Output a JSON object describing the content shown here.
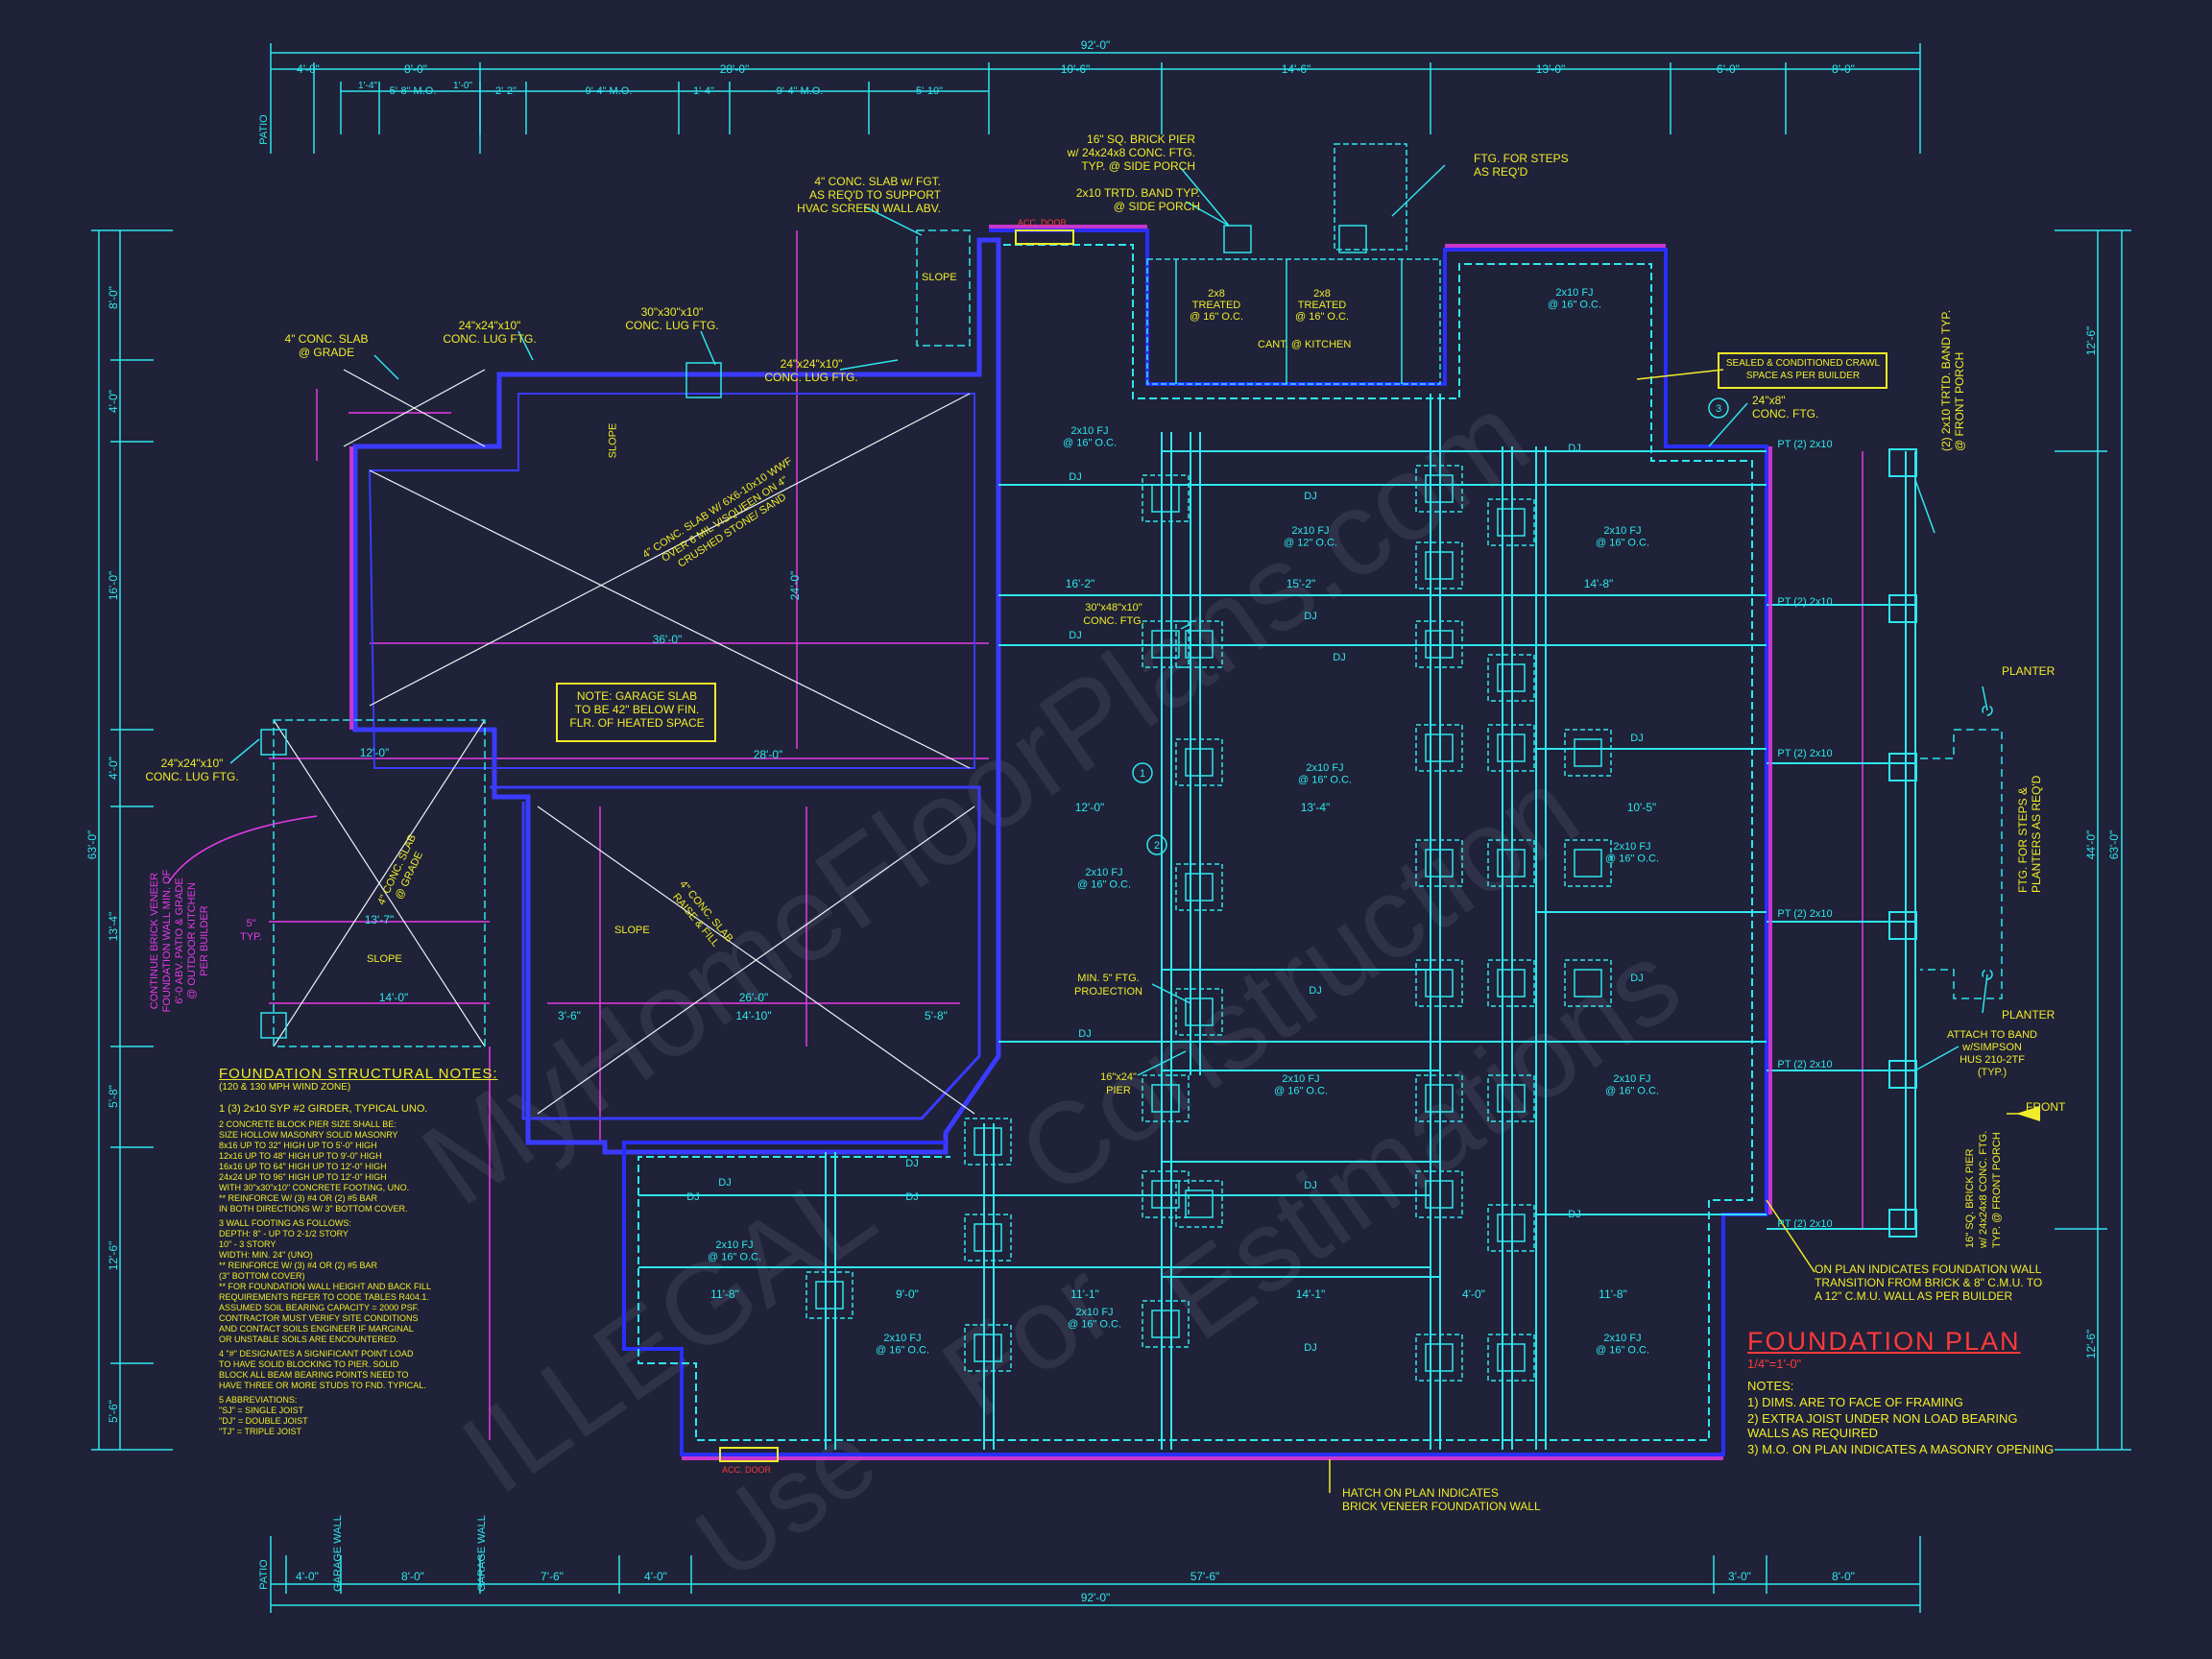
{
  "title": "FOUNDATION PLAN",
  "scale": "1/4\"=1'-0\"",
  "overall_width": "92'-0\"",
  "overall_depth": "63'-0\"",
  "right_depth": "44'-0\"",
  "top_dims": [
    "4'-0\"",
    "8'-0\"",
    "28'-0\"",
    "10'-6\"",
    "14'-6\"",
    "13'-0\"",
    "6'-0\"",
    "8'-0\""
  ],
  "top_sub_dims": [
    "1'-4\"",
    "5'-8\" M.O.",
    "1'-0\"",
    "2'-2\"",
    "9'-4\" M.O.",
    "1'-4\"",
    "9'-4\" M.O.",
    "5'-10\""
  ],
  "bottom_dims": [
    "4'-0\"",
    "8'-0\"",
    "7'-6\"",
    "4'-0\"",
    "57'-6\"",
    "3'-0\"",
    "8'-0\""
  ],
  "bottom_labels": [
    "PATIO",
    "GARAGE WALL",
    "GARAGE WALL"
  ],
  "left_dims": [
    "8'-0\"",
    "4'-0\"",
    "16'-0\"",
    "4'-0\"",
    "13'-4\"",
    "5'-8\"",
    "12'-6\"",
    "5'-6\""
  ],
  "right_dims": [
    "12'-6\"",
    "12'-6\""
  ],
  "top_label": "PATIO",
  "callouts": {
    "brick_pier": "16\" SQ. BRICK PIER\nw/ 24x24x8 CONC. FTG.\nTYP. @ SIDE PORCH",
    "band_side": "2x10 TRTD. BAND TYP.\n@ SIDE PORCH",
    "ftg_steps": "FTG. FOR STEPS\nAS REQ'D",
    "hvac_slab": "4\" CONC. SLAB w/ FGT.\nAS REQ'D TO SUPPORT\nHVAC SCREEN WALL ABV.",
    "conc_slab_grade": "4\" CONC. SLAB\n@ GRADE",
    "lug_24": "24\"x24\"x10\"\nCONC. LUG FTG.",
    "lug_30": "30\"x30\"x10\"\nCONC. LUG FTG.",
    "lug_24b": "24\"x24\"x10\"\nCONC. LUG FTG.",
    "lug_24c": "24\"x24\"x10\"\nCONC. LUG FTG.",
    "garage_slab": "4\" CONC. SLAB W/ 6X6-10x10 WWF\nOVER 6 MIL VISQUEEN ON 4\"\nCRUSHED STONE/ SAND",
    "garage_note": "NOTE: GARAGE SLAB\nTO BE 42\" BELOW FIN.\nFLR. OF HEATED SPACE",
    "crawl": "SEALED & CONDITIONED CRAWL\nSPACE AS PER BUILDER",
    "conc_ftg_24x8": "24\"x8\"\nCONC. FTG.",
    "band_front": "(2) 2x10 TRTD. BAND TYP.\n@ FRONT PORCH",
    "planter_top": "PLANTER",
    "planter_bot": "PLANTER",
    "ftg_steps_planters": "FTG. FOR STEPS &\nPLANTERS AS REQ'D",
    "attach_band": "ATTACH TO BAND\nw/SIMPSON\nHUS 210-2TF\n(TYP.)",
    "front": "FRONT",
    "brick_pier_front": "16\" SQ. BRICK PIER\nw/ 24x24x8 CONC. FTG.\nTYP. @ FRONT PORCH",
    "transition": "ON PLAN INDICATES FOUNDATION WALL\nTRANSITION FROM BRICK & 8\" C.M.U. TO\nA 12\" C.M.U. WALL AS PER BUILDER",
    "hatch": "HATCH ON PLAN INDICATES\nBRICK VENEER FOUNDATION WALL",
    "conc_ftg_30": "30\"x48\"x10\"\nCONC. FTG.",
    "min_ftg": "MIN. 5\" FTG.\nPROJECTION",
    "pier_16": "16\"x24\"\nPIER",
    "veneer": "CONTINUE BRICK VENEER\nFOUNDATION WALL MIN. OF\n6'-0 ABV. PATIO & GRADE\n@ OUTDOOR KITCHEN\nPER BUILDER",
    "patio_slab": "4\" CONC. SLAB\n@ GRADE",
    "raise_fill": "4\" CONC. SLAB\nRAISE & FILL",
    "acc_door_top": "ACC. DOOR",
    "acc_door_bot": "ACC. DOOR",
    "kitchen": "CANT. @ KITCHEN",
    "treated_a": "2x8\nTREATED\n@ 16\" O.C.",
    "treated_b": "2x8\nTREATED\n@ 16\" O.C.",
    "slope": "SLOPE",
    "typ5": "5\"\nTYP."
  },
  "room_dims": [
    "36'-0\"",
    "28'-0\"",
    "24'-0\"",
    "12'-0\"",
    "13'-7\"",
    "14'-0\"",
    "26'-0\"",
    "14'-10\"",
    "5'-8\"",
    "3'-6\"",
    "16'-2\"",
    "15'-2\"",
    "14'-8\"",
    "12'-0\"",
    "13'-4\"",
    "10'-5\"",
    "11'-8\"",
    "9'-0\"",
    "11'-1\"",
    "14'-1\"",
    "4'-0\""
  ],
  "joist_labels": [
    "2x10 FJ\n@ 16\" O.C.",
    "2x10 FJ\n@ 12\" O.C.",
    "DJ",
    "PT (2) 2x10"
  ],
  "foundation_notes": {
    "heading": "FOUNDATION STRUCTURAL NOTES:",
    "subheading": "(120 & 130 MPH WIND ZONE)",
    "items": [
      "1   (3) 2x10 SYP #2 GIRDER, TYPICAL UNO.",
      "2   CONCRETE BLOCK PIER SIZE SHALL BE:\n     SIZE    HOLLOW MASONRY   SOLID MASONRY\n     8x16    UP TO 32\" HIGH   UP TO 5'-0\" HIGH\n     12x16   UP TO 48\" HIGH   UP TO 9'-0\" HIGH\n     16x16   UP TO 64\" HIGH   UP TO 12'-0\" HIGH\n     24x24   UP TO 96\" HIGH   UP TO 12'-0\" HIGH\n     WITH 30\"x30\"x10\" CONCRETE FOOTING, UNO.\n     ** REINFORCE W/ (3) #4 OR (2) #5 BAR\n     IN BOTH DIRECTIONS W/ 3\" BOTTOM COVER.",
      "3   WALL FOOTING AS FOLLOWS:\n     DEPTH: 8\" - UP TO 2-1/2 STORY\n     10\" - 3 STORY\n     WIDTH: MIN. 24\" (UNO)\n     ** REINFORCE W/ (3) #4 OR (2) #5 BAR\n     (3\" BOTTOM COVER)\n     ** FOR FOUNDATION WALL HEIGHT AND BACK FILL\n     REQUIREMENTS REFER TO CODE TABLES R404.1.\n     ASSUMED SOIL BEARING CAPACITY = 2000 PSF.\n     CONTRACTOR MUST VERIFY SITE CONDITIONS\n     AND CONTACT SOILS ENGINEER IF MARGINAL\n     OR UNSTABLE SOILS ARE ENCOUNTERED.",
      "4   \"#\" DESIGNATES A SIGNIFICANT POINT LOAD\n     TO HAVE SOLID BLOCKING TO PIER. SOLID\n     BLOCK ALL BEAM BEARING POINTS NEED TO\n     HAVE THREE OR MORE STUDS TO FND. TYPICAL.",
      "5   ABBREVIATIONS:\n     \"SJ\" = SINGLE JOIST\n     \"DJ\" = DOUBLE JOIST\n     \"TJ\" = TRIPLE JOIST"
    ]
  },
  "plan_notes": {
    "heading": "NOTES:",
    "items": [
      "1) DIMS. ARE TO FACE OF FRAMING",
      "2) EXTRA JOIST UNDER NON LOAD BEARING\n    WALLS AS REQUIRED",
      "3) M.O. ON PLAN INDICATES A MASONRY OPENING"
    ]
  },
  "watermark": [
    "MyHomeFloorPlans.com",
    "Construction",
    "Use",
    "ILLEGAL",
    "For",
    "Estimations"
  ],
  "colors": {
    "background": "#1f2238",
    "cyan": "#2fe6ee",
    "yellow": "#f1ec2a",
    "magenta": "#e63ae6",
    "blue": "#2a2eff",
    "red": "#ff3a3a"
  }
}
